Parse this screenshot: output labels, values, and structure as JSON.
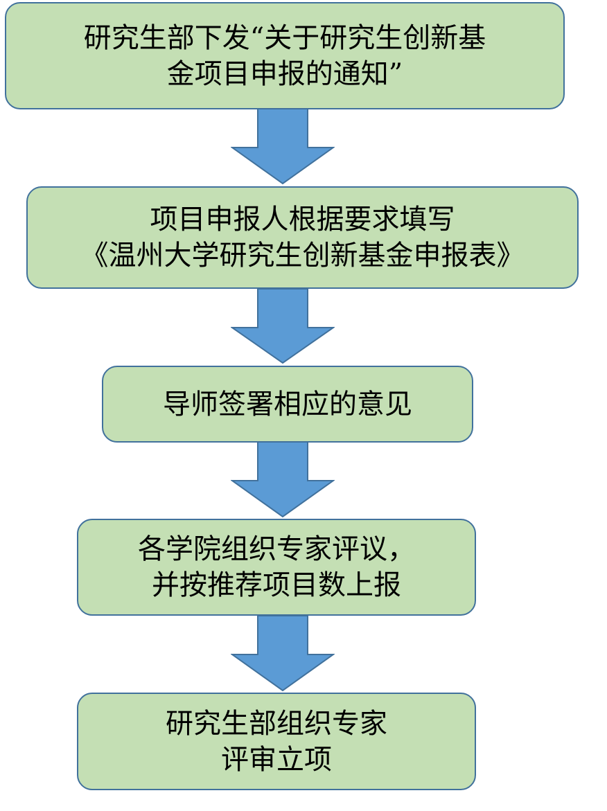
{
  "colors": {
    "box_fill": "#c4dfb4",
    "box_border": "#41719c",
    "arrow_fill": "#5b9bd5"
  },
  "steps": [
    {
      "line1": "研究生部下发“关于研究生创新基",
      "line2": "金项目申报的通知”"
    },
    {
      "line1": "项目申报人根据要求填写",
      "line2": "《温州大学研究生创新基金申报表》"
    },
    {
      "line1": "导师签署相应的意见",
      "line2": ""
    },
    {
      "line1": "各学院组织专家评议，",
      "line2": "并按推荐项目数上报"
    },
    {
      "line1": "研究生部组织专家",
      "line2": "评审立项"
    }
  ]
}
